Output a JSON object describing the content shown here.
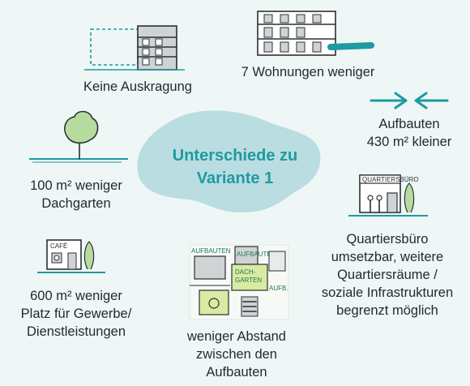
{
  "center": {
    "title_line1": "Unterschiede zu",
    "title_line2": "Variante 1"
  },
  "items": {
    "overhang": {
      "label": "Keine Auskragung"
    },
    "apartments": {
      "label": "7 Wohnungen weniger"
    },
    "structures": {
      "line1": "Aufbauten",
      "line2": "430 m² kleiner"
    },
    "roof_garden": {
      "line1": "100 m² weniger",
      "line2": "Dachgarten"
    },
    "office": {
      "line1": "Quartiersbüro",
      "line2": "umsetzbar, weitere",
      "line3": "Quartiersräume /",
      "line4": "soziale Infrastrukturen",
      "line5": "begrenzt möglich",
      "sign": "QUARTIERSBÜRO"
    },
    "commerce": {
      "line1": "600 m² weniger",
      "line2": "Platz für Gewerbe/",
      "line3": "Dienstleistungen",
      "sign": "CAFÉ"
    },
    "distance": {
      "line1": "weniger Abstand",
      "line2": "zwischen den",
      "line3": "Aufbauten",
      "map_label_1": "AUFBAUTEN",
      "map_label_2": "AUFBAUTEN",
      "map_label_3": "DACH-",
      "map_label_4": "GARTEN",
      "map_label_5": "AUFB."
    }
  },
  "colors": {
    "accent": "#1f9aa0",
    "blob": "#b9dde0",
    "lime": "#d9eaa2",
    "tree": "#b7dca0",
    "grey_block": "#cfd3d4"
  }
}
